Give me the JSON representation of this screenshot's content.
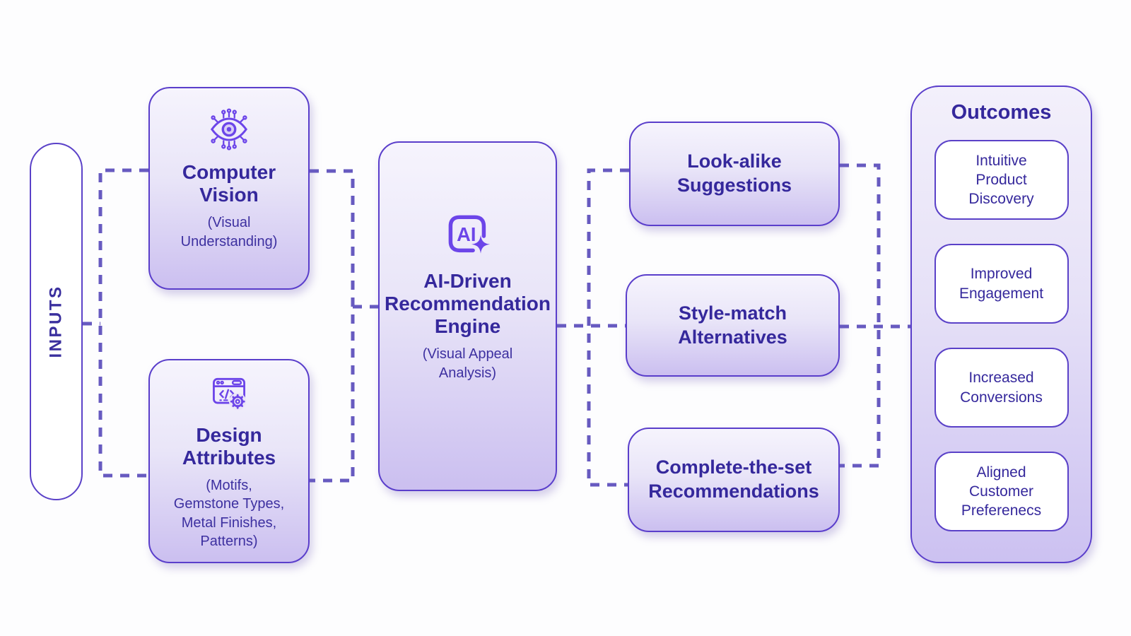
{
  "inputs": {
    "label": "INPUTS"
  },
  "input_nodes": [
    {
      "title": "Computer\nVision",
      "subtitle": "(Visual\nUnderstanding)",
      "icon": "eye-circuit-icon"
    },
    {
      "title": "Design\nAttributes",
      "subtitle": "(Motifs,\nGemstone Types,\nMetal Finishes,\nPatterns)",
      "icon": "browser-code-gear-icon"
    }
  ],
  "engine": {
    "title": "AI-Driven\nRecommendation\nEngine",
    "subtitle": "(Visual Appeal\nAnalysis)",
    "icon": "ai-sparkle-icon"
  },
  "outputs": [
    {
      "label": "Look-alike\nSuggestions"
    },
    {
      "label": "Style-match\nAlternatives"
    },
    {
      "label": "Complete-the-set\nRecommendations"
    }
  ],
  "outcomes": {
    "title": "Outcomes",
    "items": [
      {
        "label": "Intuitive\nProduct\nDiscovery"
      },
      {
        "label": "Improved\nEngagement"
      },
      {
        "label": "Increased\nConversions"
      },
      {
        "label": "Aligned\nCustomer\nPreferenecs"
      }
    ]
  },
  "colors": {
    "accent_border": "#5a3ecb",
    "icon_purple": "#6c45e9",
    "heading_text": "#35289c",
    "connector_dash": "#675ac0",
    "box_gradient_top": "#f6f4fd",
    "box_gradient_bottom": "#cbbff0",
    "background": "#fdfdfe"
  }
}
